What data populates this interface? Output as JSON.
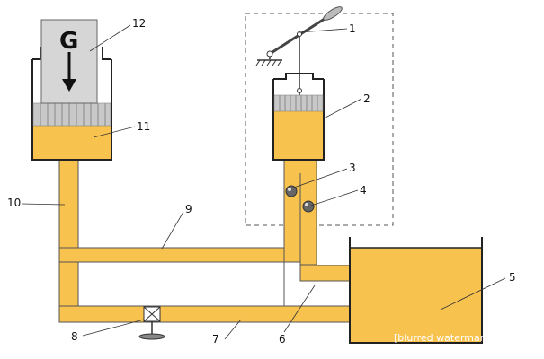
{
  "diagram": {
    "load_symbol": "G",
    "callouts": [
      "1",
      "2",
      "3",
      "4",
      "5",
      "6",
      "7",
      "8",
      "9",
      "10",
      "11",
      "12"
    ],
    "watermark": "[blurred watermark text]"
  },
  "colors": {
    "oil": "#f8c24e",
    "tank_outline": "#222222",
    "piston": "#c8c8c8",
    "weight_block": "#d6d6d6",
    "dashed_box": "#555555"
  }
}
